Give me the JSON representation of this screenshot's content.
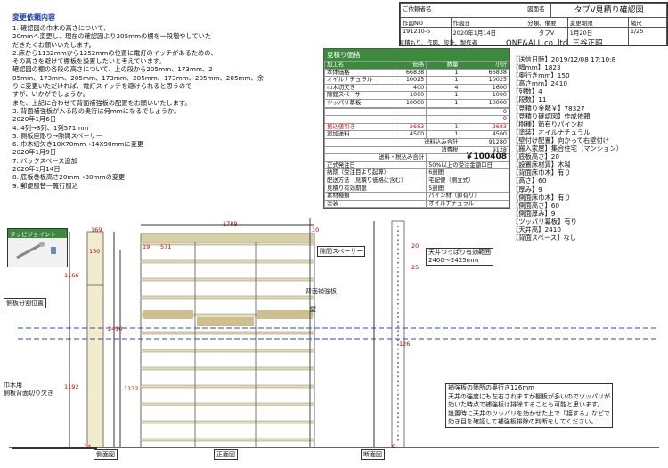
{
  "notes": {
    "header": "変更依頼内容",
    "lines": [
      "1. 確認図の巾木の高さについて、",
      "20mmへ変更し、現在の確認図より205mmの棚を一段増やしていた",
      "だきたくお願いいたします。",
      "2.床から1132mmから1252mmの位置に電灯のイッチがあるための、",
      "その高さを避けて棚板を設置したいと考えています。",
      "確認図の棚の各段の高さについて、上の段から205mm、173mm、2",
      "05mm、173mm、205mm、173mm、205mm、173mm、205mm、205mm、余",
      "りに変更いただければ、電灯スイッチを避けられると思うので",
      "すが、いかがでしょうか。",
      "また、上記に合わせて背面補強板の配置をお願いいたします。",
      "3. 背面補強板が入る段の奥行は何mmになるでしょうか。",
      "2020年1月6日",
      "4. 4列→3列、1列571mm",
      "5. 側板座彫り→隙間スペーサー",
      "6. 巾木切欠き10X70mm→14X90mmに変更",
      "2020年1月9日",
      "7. バックスペース追加",
      "2020年1月14日",
      "8. 底板巻板高さ20mm→30mmの変更",
      "9. 郵便服替一覧行服込"
    ]
  },
  "title_block": {
    "c1": "ご依頼者名",
    "c2": "図面名",
    "c3": "タブV見積り確認図",
    "r2a": "作図NO",
    "r2b": "作図日",
    "r2c": "分類、備要",
    "r2d": "変更期限",
    "r2e": "縮尺",
    "no": "191210-5",
    "date": "2020年1月14日",
    "kind": "タブV",
    "deadline": "1月20日",
    "scale": "1/25",
    "subline": "見積もり、作図、設計、製作者",
    "company": "ONE&ALL co.,ltd. 三谷正昭"
  },
  "estimate": {
    "title": "見積り価格",
    "headers": [
      "加工名",
      "価格",
      "数量",
      "小計"
    ],
    "rows": [
      [
        "本体価格",
        "66838",
        "1",
        "66838"
      ],
      [
        "オイルナチュラル",
        "10025",
        "1",
        "10025"
      ],
      [
        "巾木切欠き",
        "400",
        "4",
        "1600"
      ],
      [
        "隙間スペーサー",
        "1000",
        "1",
        "1000"
      ],
      [
        "ツッパリ幕板",
        "10000",
        "1",
        "10000"
      ],
      [
        "",
        "",
        "",
        ""
      ],
      [
        "",
        "",
        "",
        "0"
      ],
      [
        "",
        "",
        "",
        "0"
      ]
    ],
    "discount": [
      "振込値引き",
      "-2683",
      "1",
      "-2683"
    ],
    "shipping": [
      "追加送料",
      "4500",
      "1",
      "4500"
    ],
    "subtotal_label": "送料込み合計",
    "subtotal": "91280",
    "tax_label": "消費税",
    "tax": "9128",
    "total_label": "送料・税込み合計",
    "total": "￥100408",
    "info": [
      [
        "正式発注日",
        "50%以上の受注金額ロ日"
      ],
      [
        "納期（受注目より起算）",
        "6週間"
      ],
      [
        "配送方法（見積り価格に含む）",
        "宅配便（梱立式）"
      ],
      [
        "見積り有効期限",
        "5週間"
      ],
      [
        "素材種類",
        "パイン材（節有り）"
      ],
      [
        "塗装",
        "オイルナチュラル"
      ]
    ]
  },
  "spec": [
    "【送信日時】2019/12/08 17:10:8",
    "【幅mm】1823",
    "【奥行きmm】150",
    "【高さmm】2410",
    "【列数】4",
    "【段数】11",
    "【見積り金額￥】78327",
    "【見積り確認図】作成依頼",
    "【樹種】節有りパイン材",
    "【塗装】オイルナチュラル",
    "【壁付け配置】向かって右壁付け",
    "【搬入家屋】集合住宅（マンション）",
    "【底板高さ】20",
    "【設置床材質】木製",
    "【背面床巾木】有り",
    "【高さ】60",
    "【厚み】9",
    "【側面床巾木】有り",
    "【側面高さ】60",
    "【側面厚み】9",
    "【ツッパリ幕板】有り",
    "【天井高】2410",
    "【背面スペース】なし"
  ],
  "drawing": {
    "tap_label": "タッピジョイント",
    "side_label": "側板分割位置",
    "kick_label": "巾木用\n側板背面切り欠き",
    "side_view": "側面図",
    "front_view": "正面図",
    "section_view": "断面図",
    "gap_spacer": "隙間スペーサー",
    "back_board": "背面補強板",
    "wall": "壁",
    "ceiling_note1": "天井つっぱり有効範囲",
    "ceiling_note2": "2400～2425mm",
    "reinforce_note": [
      "補強板の箇所の奥行き126mm",
      "天井の強度にも左右されますが棚板が多いのでツッパリが",
      "効いた時点で補強板は排除することも可能と思います。",
      "設置時に天井のツッパリを効かせた上で「接する」などで",
      "効き目を確認して補強板排除の判断をしてください。"
    ],
    "dims": {
      "w1789": "1789",
      "d169": "169",
      "d10": "10",
      "d150": "150",
      "d1166": "1166",
      "d2410": "2410",
      "d1192": "1192",
      "d1132": "1132",
      "d20": "20",
      "d25": "25",
      "d126": "126",
      "d9": "9",
      "d14": "14",
      "d571": "571",
      "d19": "19"
    }
  }
}
